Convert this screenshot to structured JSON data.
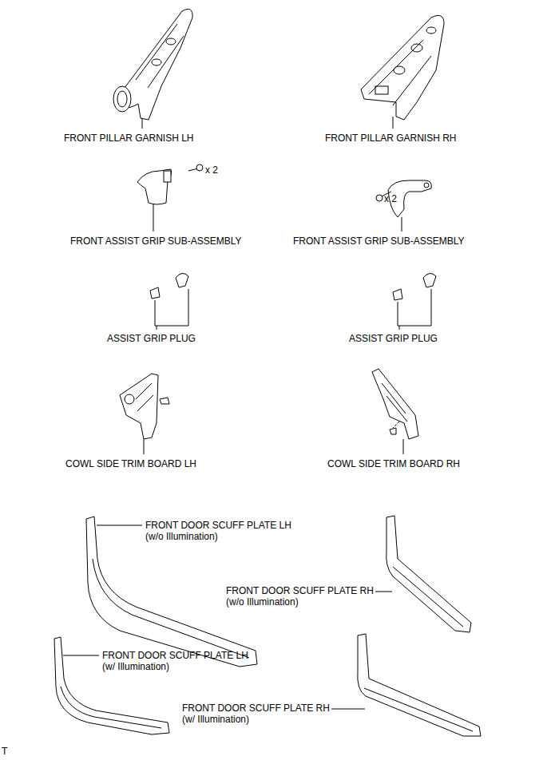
{
  "diagram": {
    "labels": [
      "FRONT PILLAR GARNISH LH",
      "FRONT PILLAR GARNISH RH",
      "x 2",
      "FRONT ASSIST GRIP SUB-ASSEMBLY",
      "x 2",
      "FRONT ASSIST GRIP SUB-ASSEMBLY",
      "ASSIST GRIP PLUG",
      "ASSIST GRIP PLUG",
      "COWL SIDE TRIM BOARD LH",
      "COWL SIDE TRIM BOARD RH",
      "FRONT DOOR SCUFF PLATE LH (w/o Illumination)",
      "FRONT DOOR SCUFF PLATE RH (w/o Illumination)",
      "FRONT DOOR SCUFF PLATE LH (w/ Illumination)",
      "FRONT DOOR SCUFF PLATE RH (w/ Illumination)",
      "T"
    ]
  }
}
